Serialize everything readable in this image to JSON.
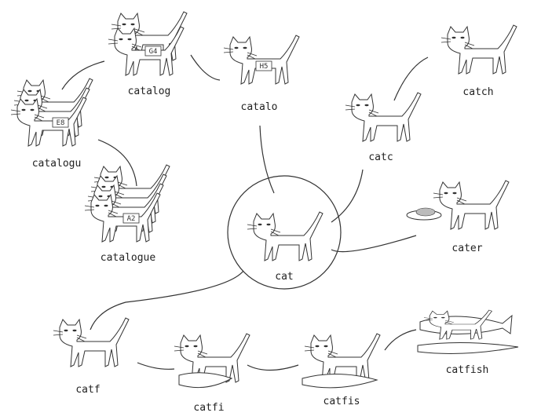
{
  "nodes": {
    "cat": {
      "label": "cat"
    },
    "catalo": {
      "label": "catalo",
      "tag": "H5"
    },
    "catalog": {
      "label": "catalog",
      "tag": "G4"
    },
    "catalogu": {
      "label": "catalogu",
      "tag": "E8"
    },
    "catalogue": {
      "label": "catalogue",
      "tag": "A2"
    },
    "catc": {
      "label": "catc"
    },
    "catch": {
      "label": "catch"
    },
    "cater": {
      "label": "cater"
    },
    "catf": {
      "label": "catf"
    },
    "catfi": {
      "label": "catfi"
    },
    "catfis": {
      "label": "catfis"
    },
    "catfish": {
      "label": "catfish"
    }
  }
}
